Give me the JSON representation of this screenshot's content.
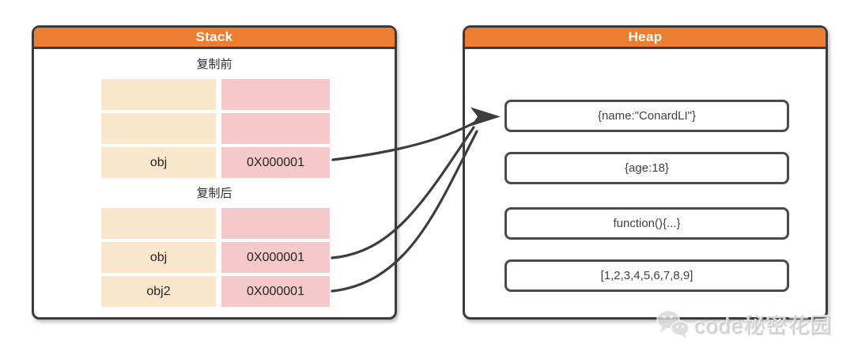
{
  "diagram": {
    "stack": {
      "title": "Stack",
      "sections": [
        {
          "label": "复制前",
          "rows": [
            {
              "name": "",
              "value": ""
            },
            {
              "name": "",
              "value": ""
            },
            {
              "name": "obj",
              "value": "0X000001"
            }
          ]
        },
        {
          "label": "复制后",
          "rows": [
            {
              "name": "",
              "value": ""
            },
            {
              "name": "obj",
              "value": "0X000001"
            },
            {
              "name": "obj2",
              "value": "0X000001"
            }
          ]
        }
      ]
    },
    "heap": {
      "title": "Heap",
      "items": [
        "{name:\"ConardLI\"}",
        "{age:18}",
        "function(){...}",
        "[1,2,3,4,5,6,7,8,9]"
      ]
    },
    "arrows": {
      "description": "three pointer arrows from obj / obj / obj2 stack cells converging on first heap object",
      "color": "#3d3d3d"
    },
    "watermark": {
      "text": "code秘密花园"
    },
    "colors": {
      "header_orange": "#ED7D31",
      "panel_border": "#3b3b3b",
      "name_cell": "#FAE5CD",
      "value_cell": "#F5C9C9",
      "heap_item_border": "#4a4a4a",
      "arrow": "#3d3d3d"
    }
  }
}
